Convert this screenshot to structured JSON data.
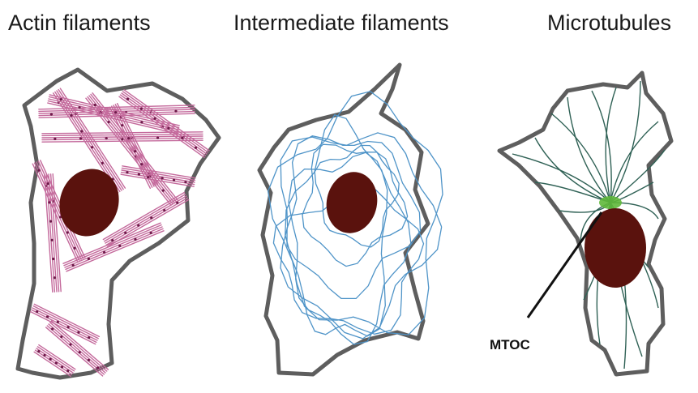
{
  "titles": {
    "actin": "Actin filaments",
    "intermediate": "Intermediate filaments",
    "microtubules": "Microtubules"
  },
  "labels": {
    "mtoc": "MTOC"
  },
  "colors": {
    "membrane": "#5e5e5e",
    "nucleus": "#5a120d",
    "actin": "#c46a9c",
    "actin_dots": "#6e1a4a",
    "intermediate": "#4f94c8",
    "microtubule": "#2f6155",
    "mtoc": "#5fb83a"
  }
}
